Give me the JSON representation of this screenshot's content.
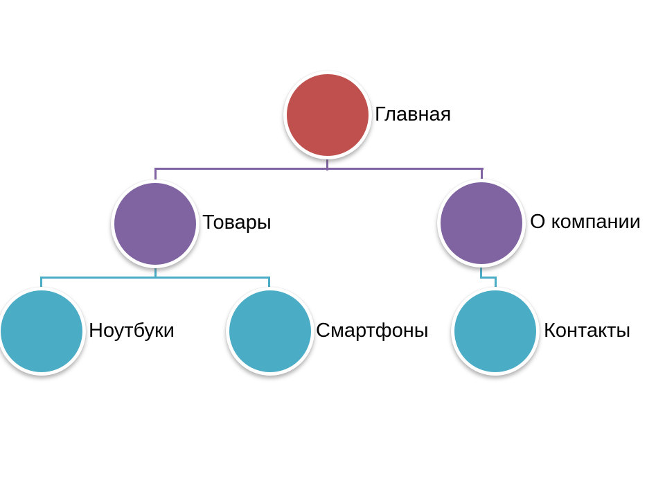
{
  "diagram": {
    "type": "hierarchy",
    "background": "#ffffff",
    "text_color": "#000000",
    "nodes": [
      {
        "id": "glavnaya",
        "label": "Главная",
        "color": "#C0504D",
        "level": 0,
        "parent": null
      },
      {
        "id": "tovary",
        "label": "Товары",
        "color": "#8064A2",
        "level": 1,
        "parent": "glavnaya"
      },
      {
        "id": "o-kompanii",
        "label": "О компании",
        "color": "#8064A2",
        "level": 1,
        "parent": "glavnaya"
      },
      {
        "id": "noutbuki",
        "label": "Ноутбуки",
        "color": "#4BACC6",
        "level": 2,
        "parent": "tovary"
      },
      {
        "id": "smartfony",
        "label": "Смартфоны",
        "color": "#4BACC6",
        "level": 2,
        "parent": "tovary"
      },
      {
        "id": "kontakty",
        "label": "Контакты",
        "color": "#4BACC6",
        "level": 2,
        "parent": "o-kompanii"
      }
    ],
    "connector_colors": {
      "level1": "#8064A2",
      "level2": "#4BACC6"
    }
  }
}
